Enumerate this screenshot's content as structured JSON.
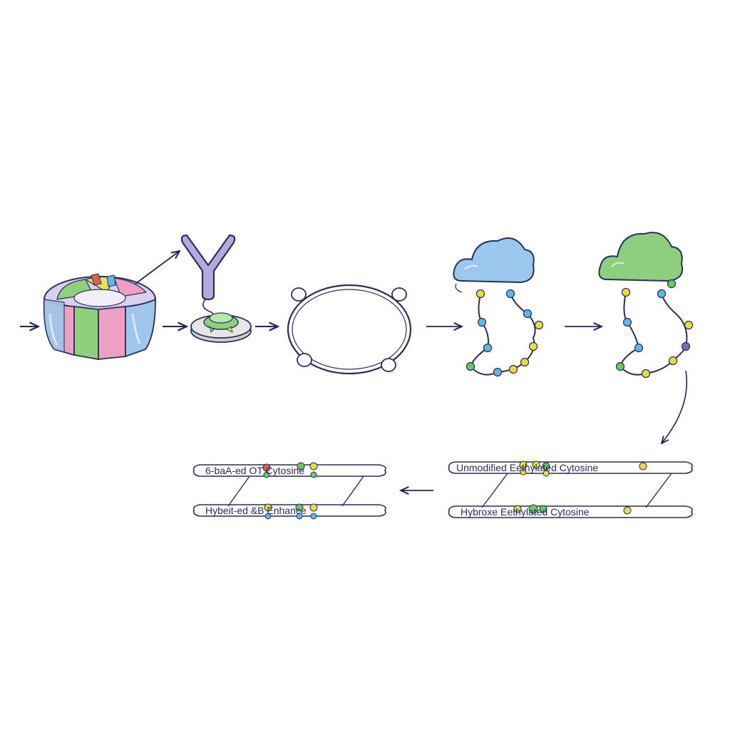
{
  "colors": {
    "ink": "#23264f",
    "outline": "#2a2f5a",
    "pink": "#ee9fc3",
    "blue": "#9fc6ec",
    "green": "#8fd07a",
    "yellow": "#e9e25a",
    "purple": "#9b8fd0",
    "cloud_blue": "#9cc7ee",
    "cloud_green": "#8ecf7d",
    "bead_blue": "#5cb8e6",
    "bead_green": "#6cc95a",
    "bead_yellow": "#e7dd3c",
    "bead_purple": "#8a63c4",
    "bead_red": "#e0604a"
  },
  "icons": {
    "protein_ring": "nucleosome-ring-icon",
    "antibody": "antibody-y-icon",
    "bead": "magnetic-bead-icon",
    "dna_loop": "dna-loop-icon",
    "cloud_blue": "blue-cloud-icon",
    "cloud_green": "green-cloud-icon"
  },
  "strands": {
    "left_top": "6-baA-ed OT Cytosine",
    "left_bottom": "Hybeit-ed &B Enhance",
    "right_top": "Unmodified Eethylated Cytosine",
    "right_bottom": "Hybroxe Eethylated Cytosine"
  }
}
